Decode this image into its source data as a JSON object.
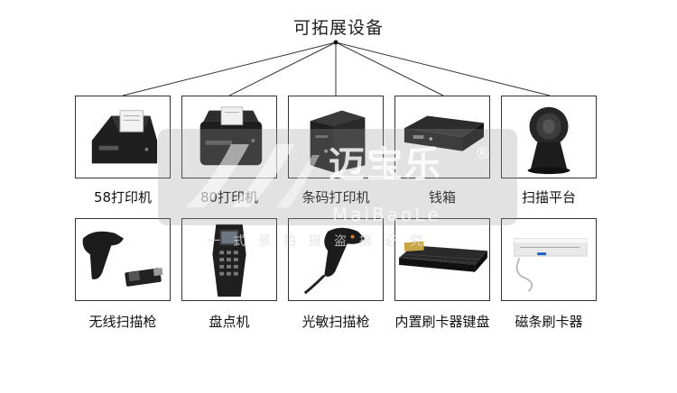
{
  "diagram": {
    "title": "可拓展设备",
    "devices": [
      {
        "label": "58打印机",
        "icon": "receipt-printer-icon"
      },
      {
        "label": "80打印机",
        "icon": "receipt-printer-icon"
      },
      {
        "label": "条码打印机",
        "icon": "label-printer-icon"
      },
      {
        "label": "钱箱",
        "icon": "cash-drawer-icon"
      },
      {
        "label": "扫描平台",
        "icon": "scan-platform-icon"
      },
      {
        "label": "无线扫描枪",
        "icon": "wireless-scanner-icon"
      },
      {
        "label": "盘点机",
        "icon": "inventory-terminal-icon"
      },
      {
        "label": "光敏扫描枪",
        "icon": "handheld-scanner-icon"
      },
      {
        "label": "内置刷卡器键盘",
        "icon": "card-reader-keyboard-icon"
      },
      {
        "label": "磁条刷卡器",
        "icon": "magnetic-card-reader-icon"
      }
    ]
  },
  "watermark": {
    "brand": "迈宝乐",
    "registered": "®",
    "latin": "MaiBaoLe",
    "slogan": "一式景拍摄盗摄必究"
  }
}
